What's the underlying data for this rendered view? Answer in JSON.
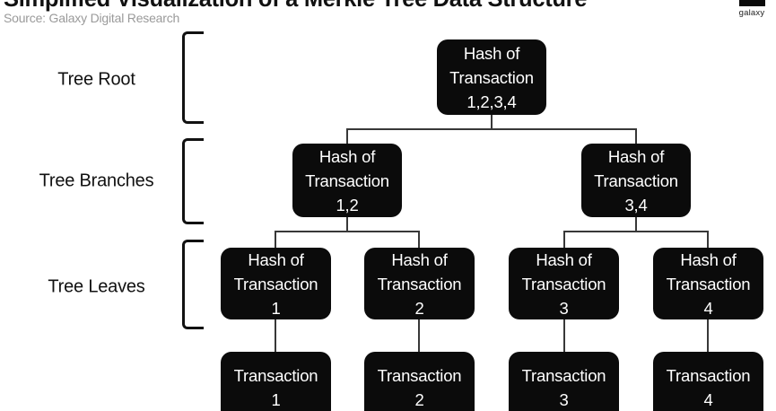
{
  "header": {
    "title": "Simplified Visualization of a Merkle Tree Data Structure",
    "source": "Source: Galaxy Digital Research",
    "logo_text": "galaxy"
  },
  "colors": {
    "node_bg": "#0b0b0b",
    "node_text": "#ffffff",
    "connector": "#383838",
    "source_text": "#9a9a9a",
    "label_text": "#111111",
    "background": "#ffffff"
  },
  "row_labels": [
    {
      "label": "Tree Root"
    },
    {
      "label": "Tree Branches"
    },
    {
      "label": "Tree Leaves"
    }
  ],
  "tree": {
    "root": {
      "label": "Hash of\nTransaction\n1,2,3,4"
    },
    "branches": [
      {
        "label": "Hash of\nTransaction\n1,2"
      },
      {
        "label": "Hash of\nTransaction\n3,4"
      }
    ],
    "leaves": [
      {
        "label": "Hash of\nTransaction\n1"
      },
      {
        "label": "Hash of\nTransaction\n2"
      },
      {
        "label": "Hash of\nTransaction\n3"
      },
      {
        "label": "Hash of\nTransaction\n4"
      }
    ],
    "transactions": [
      {
        "label": "Transaction\n1"
      },
      {
        "label": "Transaction\n2"
      },
      {
        "label": "Transaction\n3"
      },
      {
        "label": "Transaction\n4"
      }
    ]
  }
}
